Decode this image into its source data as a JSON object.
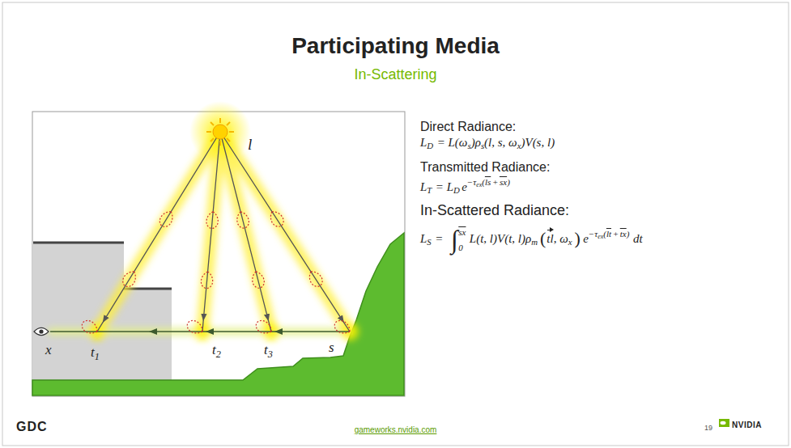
{
  "diagram": {
    "title": "Participating Media",
    "labels": [
      "In-Scattering",
      "l",
      "x",
      "t",
      "1",
      "t",
      "2",
      "t",
      "3",
      "s",
      "Direct Radiance:",
      "L",
      "D",
      "= L(ω",
      "s",
      ")ρ",
      "s",
      "(l, s, ω",
      "x",
      ")V(s, l)",
      "Transmitted Radiance:",
      "L",
      "T",
      "= L",
      "D",
      "e",
      "−τ",
      "ex",
      "(",
      "ls",
      "+",
      "sx",
      ")",
      "In-Scattered Radiance:",
      "L",
      "S",
      "=",
      "∫",
      "sx",
      "0",
      "L(t, l)V(t, l)ρ",
      "m",
      "(",
      "tl",
      ", ω",
      "x",
      ")",
      "e",
      "−τ",
      "ex",
      "(",
      "lt",
      "+",
      "tx",
      ")",
      "dt",
      "GDC",
      "gameworks.nvidia.com",
      "19",
      "NVIDIA"
    ]
  }
}
